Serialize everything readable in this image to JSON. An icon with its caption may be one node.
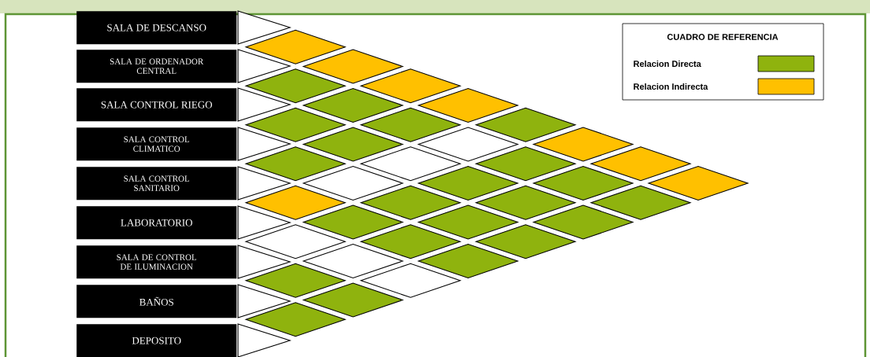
{
  "diagram": {
    "nodes": [
      {
        "text": [
          "SALA DE DESCANSO"
        ]
      },
      {
        "text": [
          "SALA DE ORDENADOR CENTRAL"
        ]
      },
      {
        "text": [
          "SALA CONTROL RIEGO"
        ]
      },
      {
        "text": [
          "SALA CONTROL CLIMATICO"
        ]
      },
      {
        "text": [
          "SALA CONTROL SANITARIO"
        ]
      },
      {
        "text": [
          "LABORATORIO"
        ]
      },
      {
        "text": [
          "SALA DE CONTROL DE ILUMINACION"
        ]
      },
      {
        "text": [
          "BAÑOS"
        ]
      },
      {
        "text": [
          "DEPOSITO"
        ]
      }
    ],
    "labels": [
      "CUADRO DE REFERENCIA"
    ],
    "legend": [
      {
        "text": "Relacion Directa",
        "color": "#8fb30e"
      },
      {
        "text": "Relacion Indirecta",
        "color": "#ffc000"
      }
    ]
  }
}
